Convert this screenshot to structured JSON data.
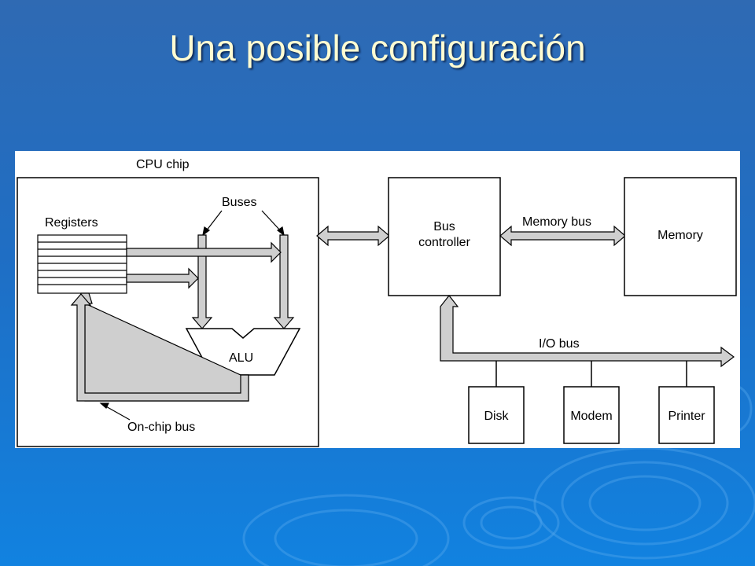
{
  "slide": {
    "title": "Una posible configuración"
  },
  "diagram": {
    "cpu_chip": "CPU chip",
    "buses": "Buses",
    "registers": "Registers",
    "alu": "ALU",
    "on_chip_bus": "On-chip bus",
    "bus_controller_line1": "Bus",
    "bus_controller_line2": "controller",
    "memory_bus": "Memory bus",
    "memory": "Memory",
    "io_bus": "I/O bus",
    "disk": "Disk",
    "modem": "Modem",
    "printer": "Printer"
  },
  "colors": {
    "background": "#1f6ec4",
    "title": "#fffcd2",
    "bus_fill": "#cfcfcf"
  }
}
